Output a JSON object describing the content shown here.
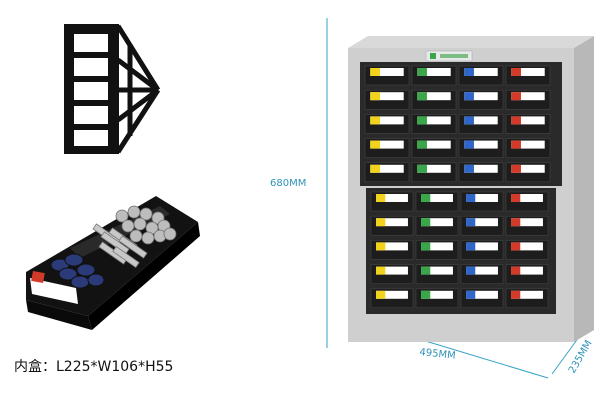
{
  "caption": {
    "text": "内盒：L225*W106*H55"
  },
  "dimensions": {
    "height": "680MM",
    "width": "495MM",
    "depth": "235MM"
  },
  "colors": {
    "dimension_line": "#36a2c8",
    "cabinet_body": "#c9c9c9",
    "drawer": "#1d1d1d",
    "label_yellow": "#f2d21a",
    "label_green": "#3aa64a",
    "label_blue": "#3166c9",
    "label_red": "#d23a2a"
  },
  "icons": {
    "bin_side_view": "drawer-bin-profile-icon",
    "bin_with_parts": "parts-bin-photo"
  }
}
